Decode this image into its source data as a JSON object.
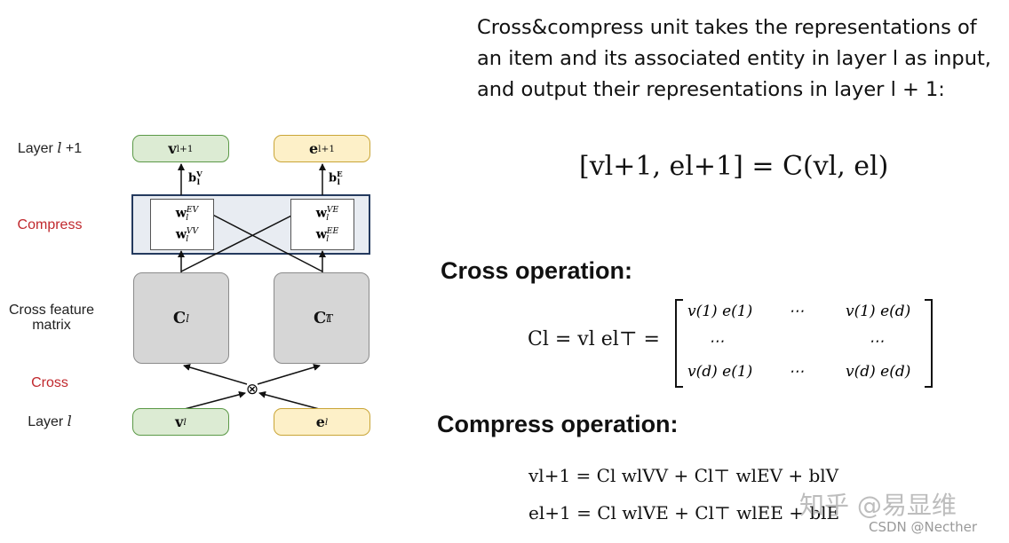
{
  "diagram": {
    "side_labels": {
      "layer_next": "Layer l +1",
      "compress": "Compress",
      "cross_feature_line1": "Cross feature",
      "cross_feature_line2": "matrix",
      "cross": "Cross",
      "layer": "Layer l"
    },
    "boxes": {
      "v_next": "v",
      "v_next_sub": "l+1",
      "e_next": "e",
      "e_next_sub": "l+1",
      "v": "v",
      "v_sub": "l",
      "e": "e",
      "e_sub": "l",
      "C": "C",
      "C_sub": "l",
      "CT": "C",
      "CT_sub": "l",
      "CT_sup": "T"
    },
    "weights": {
      "left_top_sup": "EV",
      "left_bottom_sup": "VV",
      "right_top_sup": "VE",
      "right_bottom_sup": "EE",
      "w": "w",
      "sub": "l"
    },
    "bias": {
      "b": "b",
      "left_sup": "V",
      "right_sup": "E",
      "sub": "l"
    },
    "cross_symbol": "⊗",
    "colors": {
      "green_fill": "#dcebd3",
      "green_border": "#5b9947",
      "yellow_fill": "#fdf0c8",
      "yellow_border": "#c9a537",
      "gray_fill": "#d6d6d6",
      "compress_fill": "#e8ecf2",
      "compress_border": "#243a5e",
      "label_red": "#c0282d"
    }
  },
  "text": {
    "paragraph": "Cross&compress unit takes the representations of an item and its associated entity in layer l as input, and output their representations in layer l + 1:",
    "main_equation": "[vl+1, el+1] = C(vl, el)",
    "cross_heading": "Cross operation:",
    "compress_heading": "Compress operation:",
    "cross_equation_lhs": "Cl = vl el⊤ =",
    "cells": [
      "v(1) e(1)",
      "⋯",
      "v(1) e(d)",
      "⋯",
      "⋯",
      "v(d) e(1)",
      "⋯",
      "v(d) e(d)"
    ],
    "compress_eq1": "vl+1 = Cl wlVV + Cl⊤ wlEV + blV",
    "compress_eq2": "el+1 = Cl wlVE + Cl⊤ wlEE + blE"
  },
  "watermark": {
    "line1": "知乎 @易显维",
    "line2": "CSDN @Necther"
  }
}
